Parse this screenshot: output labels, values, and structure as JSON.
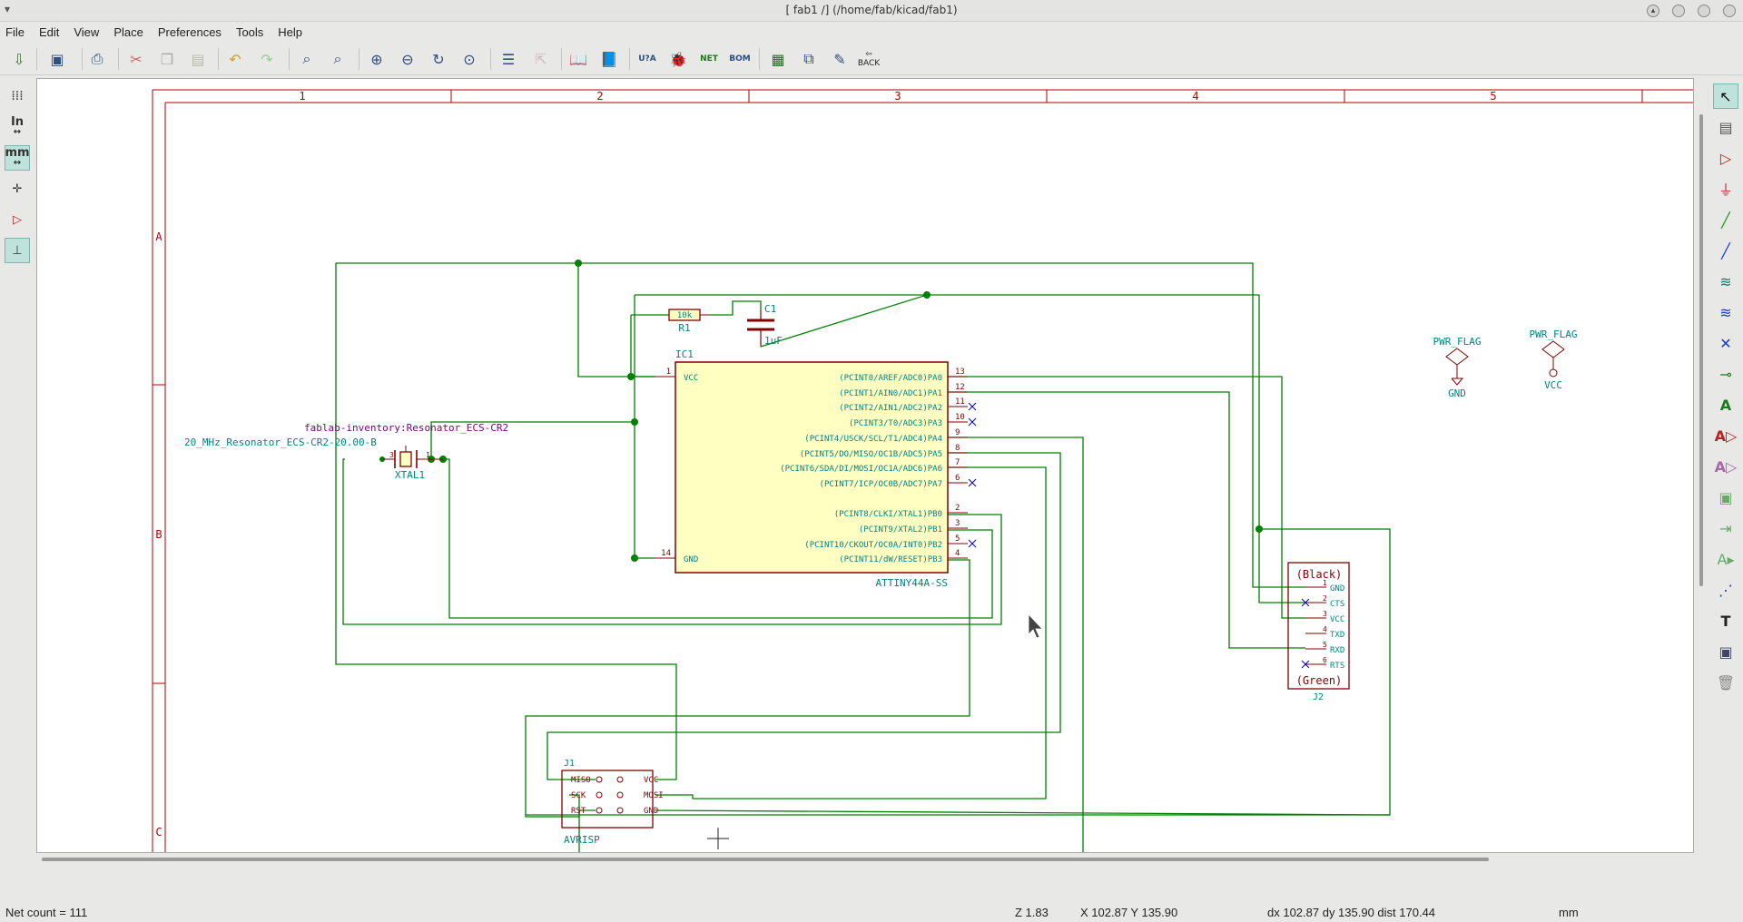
{
  "window": {
    "title": "[ fab1 /] (/home/fab/kicad/fab1)"
  },
  "menu": [
    "File",
    "Edit",
    "View",
    "Place",
    "Preferences",
    "Tools",
    "Help"
  ],
  "toolbar": {
    "back_label": "BACK",
    "net_label": "NET",
    "bom_label": "BOM",
    "annot_label": "U?A"
  },
  "left_toolbar": {
    "inch_label": "In",
    "mm_label": "mm"
  },
  "sheet": {
    "columns": [
      "1",
      "2",
      "3",
      "4",
      "5"
    ],
    "rows": [
      "A",
      "B",
      "C"
    ]
  },
  "schematic": {
    "ic1": {
      "ref": "IC1",
      "value": "ATTINY44A-SS",
      "left_pins": [
        {
          "num": "1",
          "name": "VCC"
        },
        {
          "num": "14",
          "name": "GND"
        }
      ],
      "right_pins": [
        {
          "num": "13",
          "name": "(PCINT0/AREF/ADC0)PA0"
        },
        {
          "num": "12",
          "name": "(PCINT1/AIN0/ADC1)PA1"
        },
        {
          "num": "11",
          "name": "(PCINT2/AIN1/ADC2)PA2"
        },
        {
          "num": "10",
          "name": "(PCINT3/T0/ADC3)PA3"
        },
        {
          "num": "9",
          "name": "(PCINT4/USCK/SCL/T1/ADC4)PA4"
        },
        {
          "num": "8",
          "name": "(PCINT5/DO/MISO/OC1B/ADC5)PA5"
        },
        {
          "num": "7",
          "name": "(PCINT6/SDA/DI/MOSI/OC1A/ADC6)PA6"
        },
        {
          "num": "6",
          "name": "(PCINT7/ICP/OC0B/ADC7)PA7"
        },
        {
          "num": "2",
          "name": "(PCINT8/CLKI/XTAL1)PB0"
        },
        {
          "num": "3",
          "name": "(PCINT9/XTAL2)PB1"
        },
        {
          "num": "5",
          "name": "(PCINT10/CKOUT/OC0A/INT0)PB2"
        },
        {
          "num": "4",
          "name": "(PCINT11/dW/RESET)PB3"
        }
      ]
    },
    "r1": {
      "ref": "R1",
      "value": "10k"
    },
    "c1": {
      "ref": "C1",
      "value": "1uF"
    },
    "xtal1": {
      "ref": "XTAL1",
      "footprint": "fablab-inventory:Resonator_ECS-CR2",
      "value": "20_MHz_Resonator_ECS-CR2-20.00-B",
      "pin1": "1",
      "pin3": "3"
    },
    "j1": {
      "ref": "J1",
      "value": "AVRISP",
      "left_pins": [
        "MISO",
        "SCK",
        "RST"
      ],
      "right_pins": [
        "VCC",
        "MOSI",
        "GND"
      ]
    },
    "j2": {
      "ref": "J2",
      "top": "(Black)",
      "bottom": "(Green)",
      "pins": [
        {
          "num": "1",
          "name": "GND"
        },
        {
          "num": "2",
          "name": "CTS"
        },
        {
          "num": "3",
          "name": "VCC"
        },
        {
          "num": "4",
          "name": "TXD"
        },
        {
          "num": "5",
          "name": "RXD"
        },
        {
          "num": "6",
          "name": "RTS"
        }
      ]
    },
    "pwr_flag_1": {
      "label": "PWR_FLAG",
      "net": "GND"
    },
    "pwr_flag_2": {
      "label": "PWR_FLAG",
      "net": "VCC"
    }
  },
  "status": {
    "net_count": "Net count = 111",
    "zoom": "Z 1.83",
    "coords": "X 102.87  Y 135.90",
    "delta": "dx 102.87  dy 135.90  dist 170.44",
    "units": "mm"
  },
  "colors": {
    "border": "#b00000",
    "wire": "#008000",
    "component": "#840000",
    "ic_fill": "#ffffc2",
    "pin_text": "#008484",
    "field_text": "#840084",
    "junction": "#008000",
    "noconnect": "#0000c8"
  }
}
